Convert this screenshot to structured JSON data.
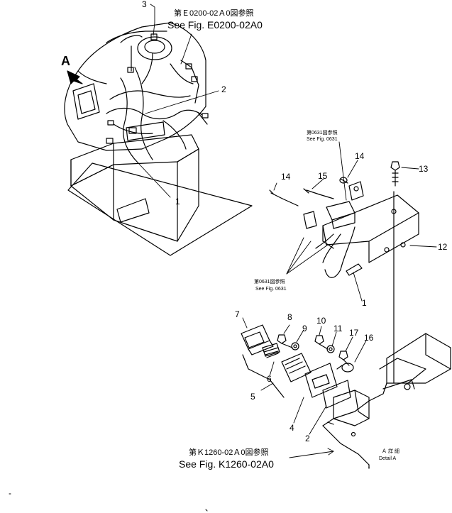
{
  "view_label": "A",
  "references": {
    "e0200_jp": "第Ｅ0200-02Ａ0図参照",
    "e0200_en": "See Fig. E0200-02A0",
    "k1260_jp": "第Ｋ1260-02Ａ0図参照",
    "k1260_en": "See Fig. K1260-02A0",
    "f0631_upper_jp": "第0631図参照",
    "f0631_upper_en": "See Fig. 0631",
    "f0631_lower_jp": "第0631図参照",
    "f0631_lower_en": "See Fig. 0631"
  },
  "detail": {
    "jp": "Ａ 詳 細",
    "en": "Detail A"
  },
  "part_numbers": {
    "p1_top": "1",
    "p1_detail": "1",
    "p2_top": "2",
    "p2_bottom": "2",
    "p3": "3",
    "p4": "4",
    "p5": "5",
    "p6": "6",
    "p7": "7",
    "p8": "8",
    "p9": "9",
    "p10": "10",
    "p11": "11",
    "p12": "12",
    "p13": "13",
    "p14_left": "14",
    "p14_right": "14",
    "p15": "15",
    "p16": "16",
    "p17": "17"
  }
}
